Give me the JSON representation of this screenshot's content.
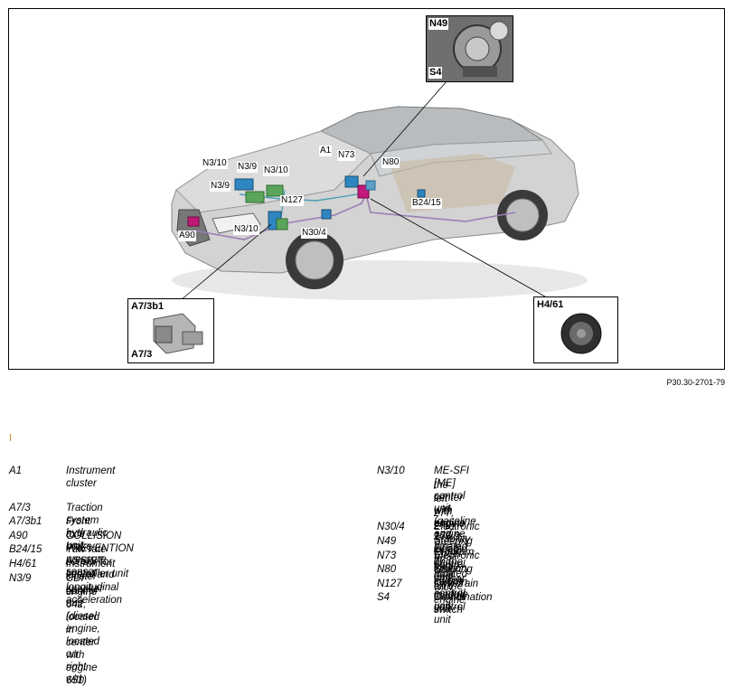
{
  "figure": {
    "reference": "P30.30-2701-79",
    "labels": {
      "a1": "A1",
      "n73": "N73",
      "n80": "N80",
      "n3_10_top": "N3/10",
      "n3_9_top": "N3/9",
      "n3_10_mid": "N3/10",
      "n3_9_left": "N3/9",
      "n127": "N127",
      "a90": "A90",
      "n3_10_low": "N3/10",
      "n30_4": "N30/4",
      "b24_15": "B24/15"
    },
    "insets": {
      "steering": {
        "top_label": "N49",
        "bottom_label": "S4"
      },
      "hydraulic": {
        "top_label": "A7/3b1",
        "bottom_label": "A7/3"
      },
      "speaker": {
        "top_label": "H4/61"
      }
    }
  },
  "legend": {
    "left": [
      {
        "code": "A1",
        "desc": "Instrument cluster"
      },
      {
        "code": "A7/3",
        "desc": "Traction system hydraulic unit"
      },
      {
        "code": "A7/3b1",
        "desc": "Front axle brake pressure sensor"
      },
      {
        "code": "A90",
        "desc": "COLLISION PREVENTION ASSIST controller unit"
      },
      {
        "code": "B24/15",
        "desc": "Yaw rate sensor for lateral and longitudinal acceleration"
      },
      {
        "code": "H4/61",
        "desc": "Instrument cluster speaker"
      },
      {
        "code": "N3/9",
        "desc": "CDI control unit (diesel engine, located on right with"
      },
      {
        "code": "",
        "desc": "engine 642, located in center with engine 651)"
      }
    ],
    "right": [
      {
        "code": "N3/10",
        "desc": "ME-SFI [ME] control unit (gasoline engine, located in"
      },
      {
        "code": "",
        "desc": "the center with engine 157, 276.8, 278, located on the"
      },
      {
        "code": "",
        "desc": "left with engine 276.9, located on the right with engine"
      },
      {
        "code": "",
        "desc": "277, 279)"
      },
      {
        "code": "N30/4",
        "desc": "Electronic Stability Program control unit"
      },
      {
        "code": "N49",
        "desc": "Steering wheel angle sensor"
      },
      {
        "code": "N73",
        "desc": "Electronic ignition switch control unit"
      },
      {
        "code": "N80",
        "desc": "Steering column module control unit"
      },
      {
        "code": "N127",
        "desc": "Drivetrain control unit"
      },
      {
        "code": "S4",
        "desc": "Combination switch"
      }
    ]
  }
}
